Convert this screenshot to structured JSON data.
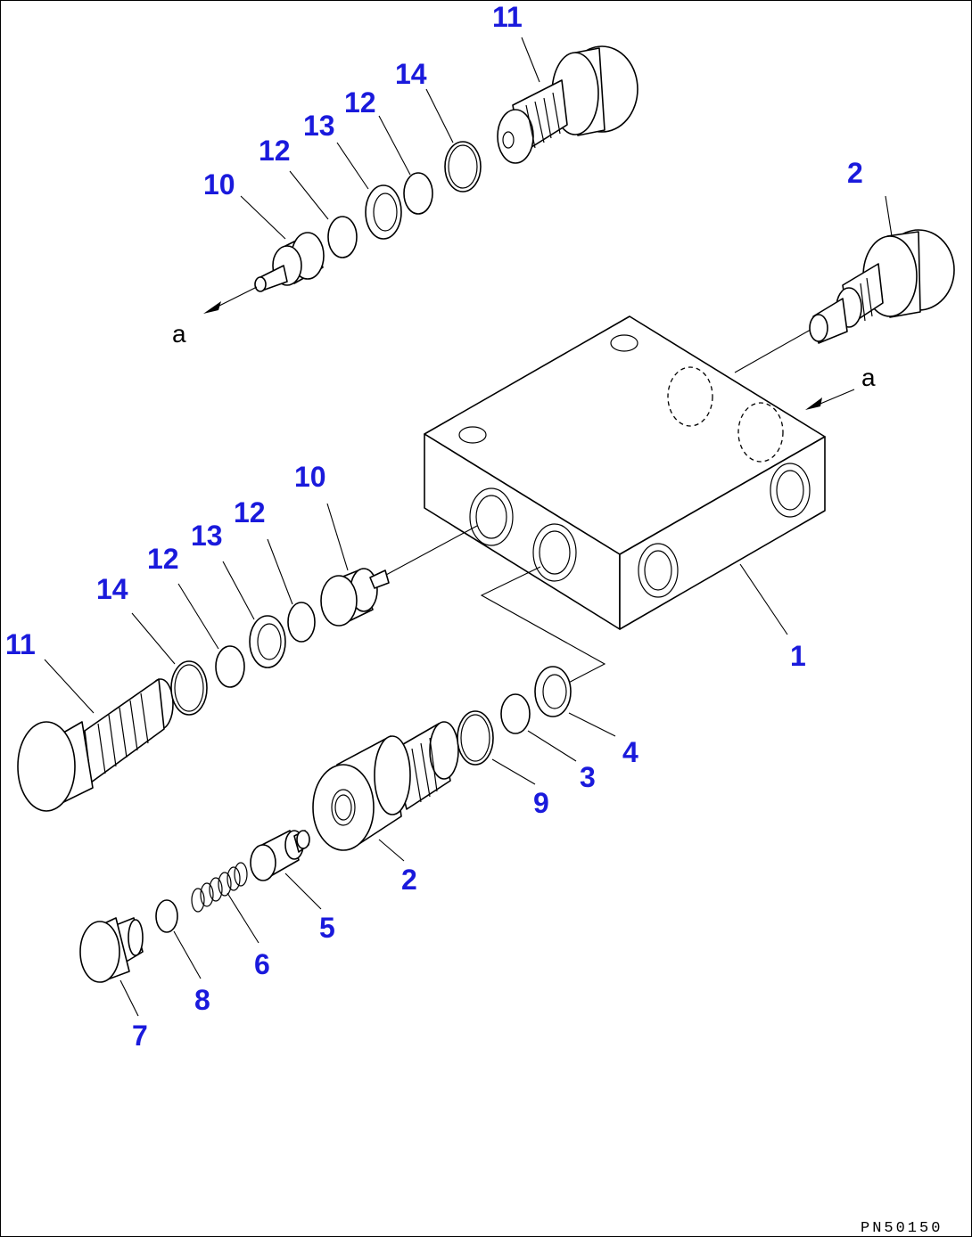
{
  "diagram": {
    "drawing_code": "PN50150",
    "reference_letters": [
      "a",
      "a"
    ],
    "callouts": {
      "body": "1",
      "valve_upper_right": "2",
      "valve_lower": "2",
      "ring_3": "3",
      "ring_4": "4",
      "poppet_5": "5",
      "spring_6": "6",
      "plug_7": "7",
      "oring_8": "8",
      "oring_9": "9",
      "piston_upper": "10",
      "piston_lower": "10",
      "plug_upper": "11",
      "plug_lower": "11",
      "ring_12_upper_a": "12",
      "ring_12_upper_b": "12",
      "ring_12_lower_a": "12",
      "ring_12_lower_b": "12",
      "backup_13_upper": "13",
      "backup_13_lower": "13",
      "oring_14_upper": "14",
      "oring_14_lower": "14"
    },
    "colors": {
      "callout": "#1a1adc",
      "line": "#000000",
      "background": "#ffffff"
    }
  }
}
